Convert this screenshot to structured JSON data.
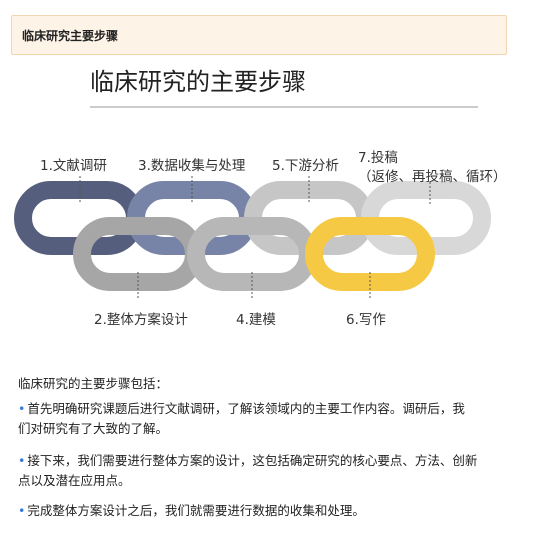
{
  "header": {
    "title": "临床研究主要步骤"
  },
  "figure": {
    "title": "临床研究的主要步骤",
    "steps": {
      "s1": "1.文献调研",
      "s2": "2.整体方案设计",
      "s3": "3.数据收集与处理",
      "s4": "4.建模",
      "s5": "5.下游分析",
      "s6": "6.写作",
      "s7_line1": "7.投稿",
      "s7_line2": "（返修、再投稿、循环）"
    }
  },
  "body": {
    "intro": "临床研究的主要步骤包括：",
    "bullets": [
      {
        "line1": "首先明确研究课题后进行文献调研，了解该领域内的主要工作内容。调研后，我",
        "line2": "们对研究有了大致的了解。"
      },
      {
        "line1": "接下来，我们需要进行整体方案的设计，这包括确定研究的核心要点、方法、创新",
        "line2": "点以及潜在应用点。"
      },
      {
        "line1": "完成整体方案设计之后，我们就需要进行数据的收集和处理。",
        "line2": ""
      }
    ]
  },
  "colors": {
    "link1": "#5a6480",
    "link2": "#a9a9a9",
    "link3": "#7784a8",
    "link4": "#b5b5b5",
    "link5": "#c4c4c4",
    "link6": "#f5c842",
    "link7": "#d6d6d6"
  }
}
